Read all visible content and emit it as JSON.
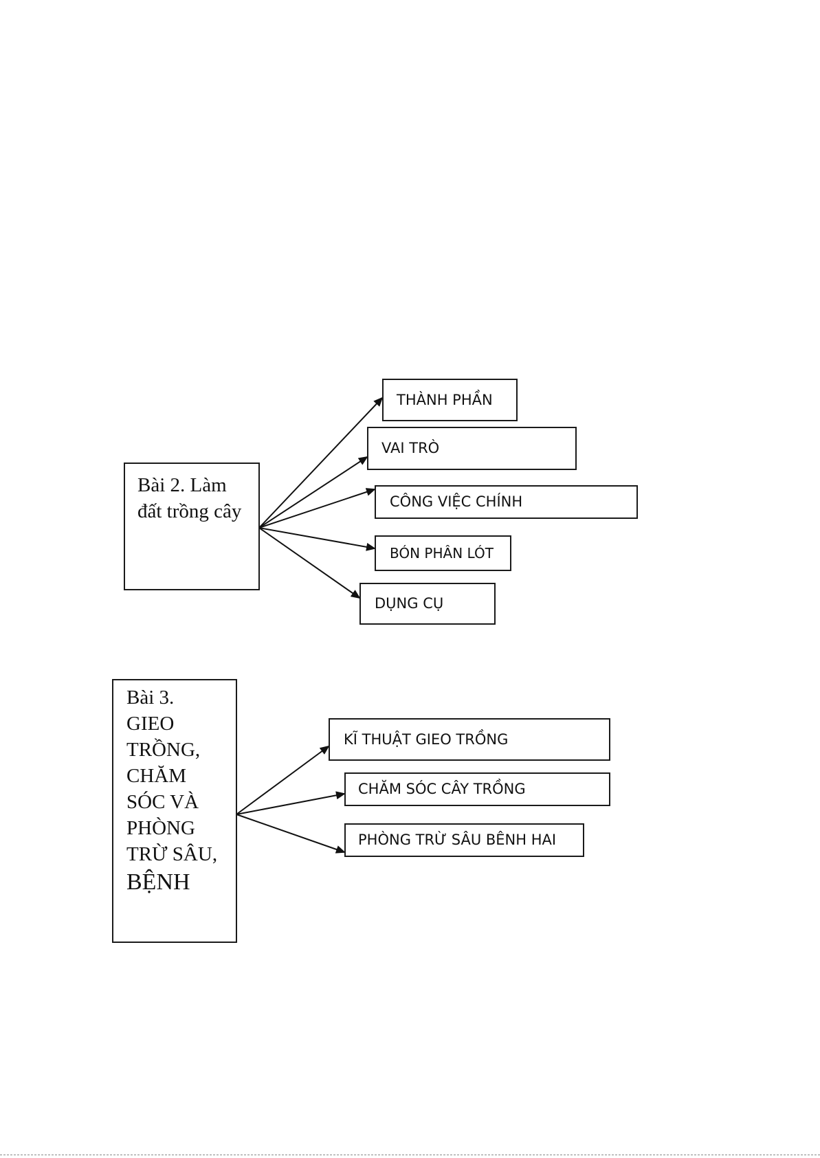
{
  "diagram1": {
    "root": {
      "lines": [
        "Bài 2. Làm",
        "đất trồng cây"
      ]
    },
    "children": [
      {
        "label": "THÀNH PHẦN"
      },
      {
        "label": "VAI TRÒ"
      },
      {
        "label": "CÔNG VIỆC CHÍNH"
      },
      {
        "label": "BÓN PHÂN LÓT"
      },
      {
        "label": "DỤNG CỤ"
      }
    ]
  },
  "diagram2": {
    "root": {
      "lines": [
        "Bài 3.",
        "GIEO",
        "TRỒNG,",
        "CHĂM",
        "SÓC VÀ",
        "PHÒNG",
        "TRỪ SÂU,",
        "BỆNH"
      ]
    },
    "children": [
      {
        "label": "KĨ THUẬT GIEO TRỒNG"
      },
      {
        "label": "CHĂM SÓC CÂY TRỒNG"
      },
      {
        "label": "PHÒNG TRỪ SÂU BÊNH HAI"
      }
    ]
  }
}
